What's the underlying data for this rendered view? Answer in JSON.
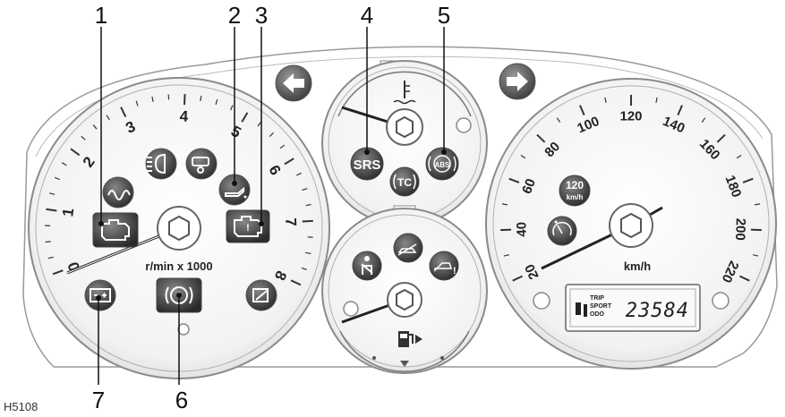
{
  "figure_code": "H5108",
  "callouts": [
    "1",
    "2",
    "3",
    "4",
    "5",
    "6",
    "7"
  ],
  "tachometer": {
    "unit_label": "r/min x 1000",
    "ticks": [
      "0",
      "1",
      "2",
      "3",
      "4",
      "5",
      "6",
      "7",
      "8"
    ]
  },
  "speedometer": {
    "unit_label": "km/h",
    "ticks": [
      "20",
      "40",
      "60",
      "80",
      "100",
      "120",
      "140",
      "160",
      "180",
      "200",
      "220"
    ],
    "limit_badge_value": "120",
    "limit_badge_unit": "km/h"
  },
  "odometer": {
    "mode_trip": "TRIP",
    "mode_sport": "SPORT",
    "mode_odo": "ODO",
    "reading": "23584"
  },
  "warning_labels": {
    "srs": "SRS",
    "tc": "TC",
    "abs": "ABS"
  },
  "icons": {
    "left_indicator": "arrow-left-icon",
    "right_indicator": "arrow-right-icon",
    "glow_plug": "glow-plug-icon",
    "main_beam": "main-beam-icon",
    "trailer": "trailer-icon",
    "oil_pressure": "oil-can-icon",
    "engine_malfunction": "engine-icon",
    "engine_warning": "engine-warning-icon",
    "coolant_temp": "thermometer-icon",
    "brake": "brake-warning-icon",
    "battery": "battery-icon",
    "low_fuel": "fuel-pump-icon",
    "seatbelt": "seatbelt-icon",
    "hill_descent": "hill-descent-icon",
    "cruise": "speed-control-icon"
  }
}
